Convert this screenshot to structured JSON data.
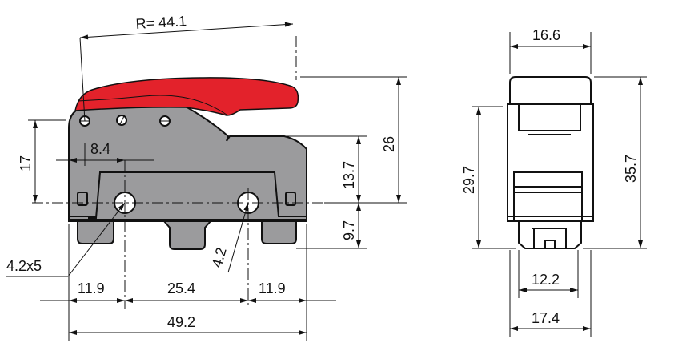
{
  "colors": {
    "lever": "#e3222b",
    "body": "#9b9b9d",
    "line": "#111111"
  },
  "side_view": {
    "radius_label": "R= 44.1",
    "dim_26": "26",
    "dim_13_7": "13.7",
    "dim_9_7": "9.7",
    "dim_17": "17",
    "dim_8_4": "8.4",
    "hole_label": "4.2x5",
    "hole_dia": "4.2",
    "dim_left_11_9": "11.9",
    "dim_25_4": "25.4",
    "dim_right_11_9": "11.9",
    "dim_49_2": "49.2"
  },
  "end_view": {
    "dim_16_6": "16.6",
    "dim_29_7": "29.7",
    "dim_35_7": "35.7",
    "dim_12_2": "12.2",
    "dim_17_4": "17.4"
  }
}
